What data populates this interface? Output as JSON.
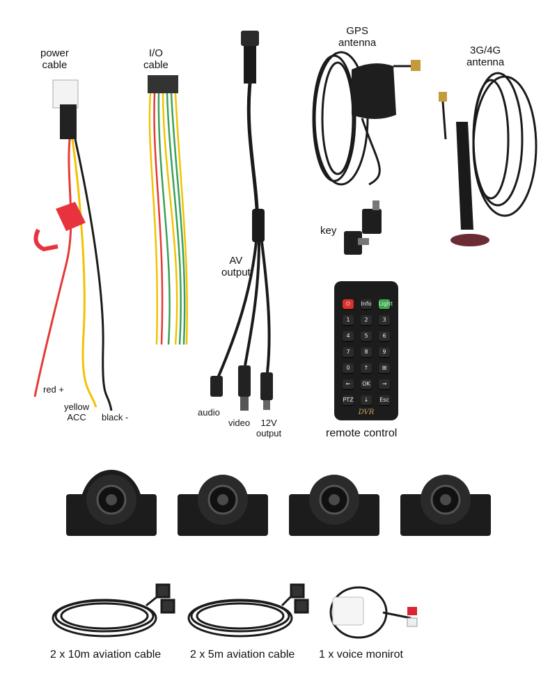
{
  "labels": {
    "power_cable": [
      "power",
      "cable"
    ],
    "io_cable": [
      "I/O",
      "cable"
    ],
    "gps_antenna": [
      "GPS",
      "antenna"
    ],
    "lte_antenna": [
      "3G/4G",
      "antenna"
    ],
    "key": "key",
    "av_output": [
      "AV",
      "output"
    ],
    "remote_control": "remote control",
    "red": "red +",
    "yellow": [
      "yellow",
      "ACC"
    ],
    "black": "black -",
    "audio": "audio",
    "video": "video",
    "v12_output": [
      "12V",
      "output"
    ],
    "cable_10m": "2 x 10m aviation cable",
    "cable_5m": "2 x 5m aviation cable",
    "voice_monitor": "1 x voice monirot"
  },
  "remote": {
    "brand": "DVR",
    "keys": [
      {
        "label": "⏻",
        "color": "#d9312b"
      },
      {
        "label": "Info",
        "color": "#2b2b2b"
      },
      {
        "label": "Light",
        "color": "#3aa64a"
      },
      {
        "label": "1"
      },
      {
        "label": "2"
      },
      {
        "label": "3"
      },
      {
        "label": "4"
      },
      {
        "label": "5"
      },
      {
        "label": "6"
      },
      {
        "label": "7"
      },
      {
        "label": "8"
      },
      {
        "label": "9"
      },
      {
        "label": "0"
      },
      {
        "label": "↑"
      },
      {
        "label": "⊞"
      },
      {
        "label": "←"
      },
      {
        "label": "OK"
      },
      {
        "label": "→"
      },
      {
        "label": "PTZ"
      },
      {
        "label": "↓"
      },
      {
        "label": "Esc"
      }
    ]
  },
  "colors": {
    "cable_black": "#1a1a1a",
    "wire_red": "#e53935",
    "wire_yellow": "#f2c200",
    "wire_green": "#3aa05a",
    "fuse_red": "#e8333f",
    "camera_body": "#1c1c1c"
  }
}
